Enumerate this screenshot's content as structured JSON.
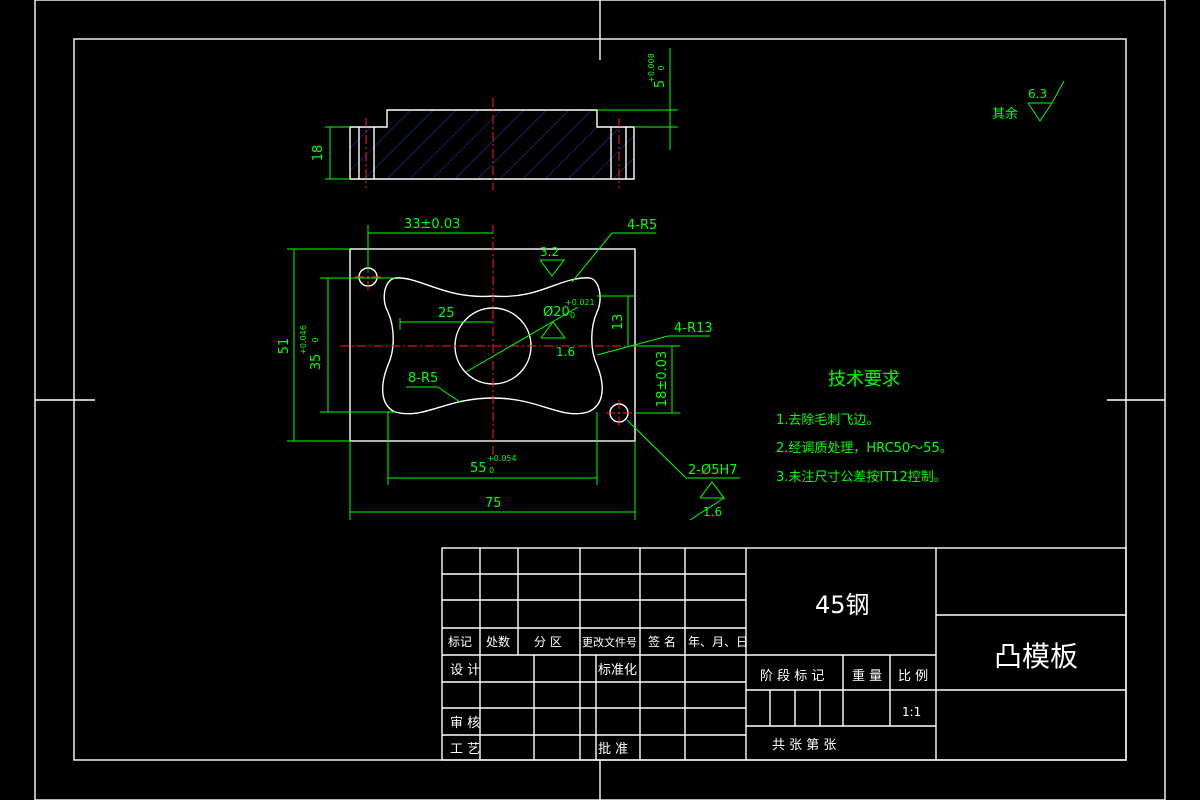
{
  "drawing": {
    "colors": {
      "background": "#000000",
      "outline": "#ffffff",
      "dimension": "#00ff00",
      "centerline": "#ff2020",
      "hatch": "#3050ff"
    },
    "side_view": {
      "height_dim": "18",
      "step_dim": "5",
      "step_tol_upper": "+0.008",
      "step_tol_lower": "0"
    },
    "plan_view": {
      "dims": {
        "width_total": "75",
        "height_total": "51",
        "hole_offset": "33±0.03",
        "center_x": "25",
        "r5_label": "8-R5",
        "r5_corner": "4-R5",
        "r13_label": "4-R13",
        "inner_height": "35",
        "inner_height_tol_upper": "+0.046",
        "inner_height_tol_lower": "0",
        "lower_offset": "18±0.03",
        "half_height": "13",
        "bore": "Ø20",
        "bore_tol_upper": "+0.021",
        "bore_tol_lower": "0",
        "inner_width": "55",
        "inner_width_tol_upper": "+0.054",
        "inner_width_tol_lower": "0",
        "pin_holes": "2-Ø5H7"
      },
      "roughness": {
        "top": "3.2",
        "bore": "1.6",
        "pin": "1.6"
      }
    },
    "other_roughness": {
      "label": "其余",
      "value": "6.3"
    },
    "tech_requirements": {
      "title": "技术要求",
      "items": [
        "1.去除毛刺飞边。",
        "2.经调质处理，HRC50～55。",
        "3.未注尺寸公差按IT12控制。"
      ]
    },
    "title_block": {
      "material": "45钢",
      "part_name": "凸模板",
      "revision_headers": [
        "标记",
        "处数",
        "分 区",
        "更改文件号",
        "签 名",
        "年、月、日"
      ],
      "design": "设 计",
      "standardization": "标准化",
      "review": "审 核",
      "process": "工 艺",
      "approve": "批 准",
      "stage_mark": "阶 段 标 记",
      "weight": "重 量",
      "scale_label": "比 例",
      "scale_value": "1:1",
      "sheets": "共    张  第    张"
    }
  }
}
